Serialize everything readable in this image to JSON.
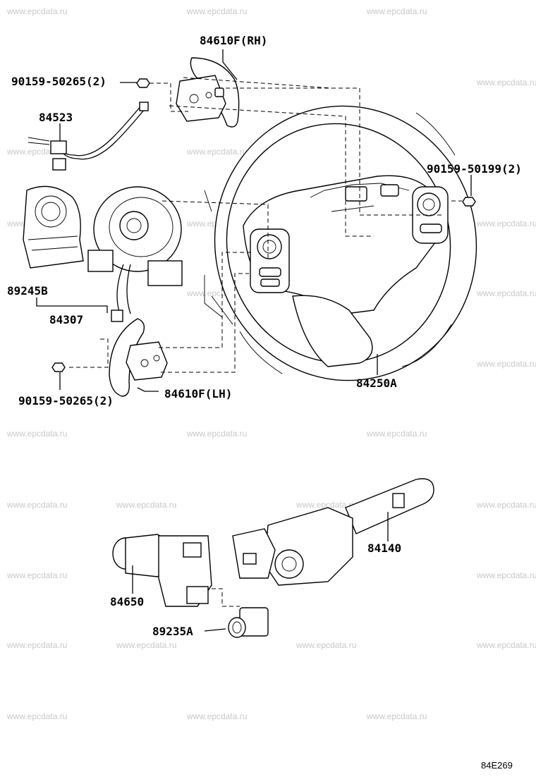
{
  "watermark": "www.epcdata.ru",
  "figure_code": "84E269",
  "labels": {
    "paddle_rh": "84610F(RH)",
    "bolt_top_left": "90159-50265(2)",
    "wire_84523": "84523",
    "bolt_right": "90159-50199(2)",
    "cover_89245b": "89245B",
    "spiral_84307": "84307",
    "paddle_lh": "84610F(LH)",
    "bolt_bottom_left": "90159-50265(2)",
    "wheel_84250a": "84250A",
    "switch_84140": "84140",
    "switch_84650": "84650",
    "sensor_89235a": "89235A"
  }
}
